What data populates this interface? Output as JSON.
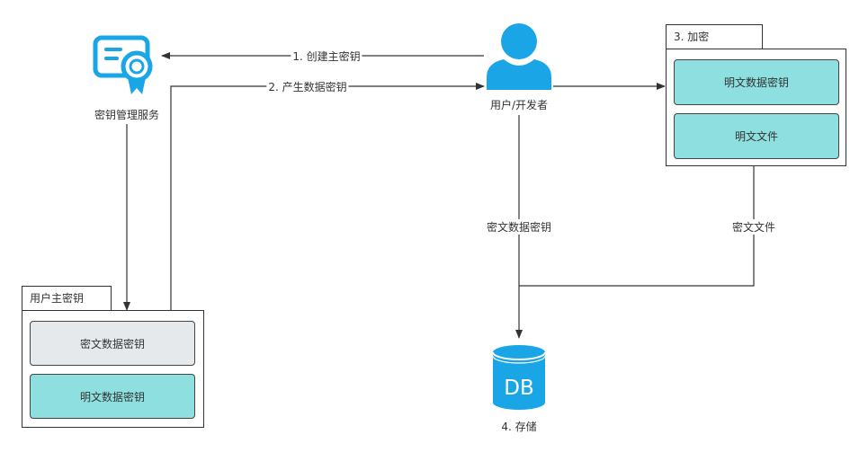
{
  "nodes": {
    "kms": {
      "label": "密钥管理服务",
      "icon": "certificate-icon"
    },
    "user": {
      "label": "用户/开发者",
      "icon": "user-icon"
    },
    "db": {
      "icon_text": "DB",
      "label": "4. 存储"
    }
  },
  "groups": {
    "user_master_key": {
      "title": "用户主密钥",
      "items": [
        "密文数据密钥",
        "明文数据密钥"
      ]
    },
    "encrypt": {
      "title": "3. 加密",
      "items": [
        "明文数据密钥",
        "明文文件"
      ]
    }
  },
  "edges": {
    "create_master_key": "1. 创建主密钥",
    "generate_data_key": "2. 产生数据密钥",
    "ciphertext_data_key": "密文数据密钥",
    "ciphertext_file": "密文文件"
  },
  "colors": {
    "icon_blue": "#1aa6e6",
    "teal": "#8ddfe0",
    "gray": "#e6e9ec",
    "line": "#333333"
  }
}
